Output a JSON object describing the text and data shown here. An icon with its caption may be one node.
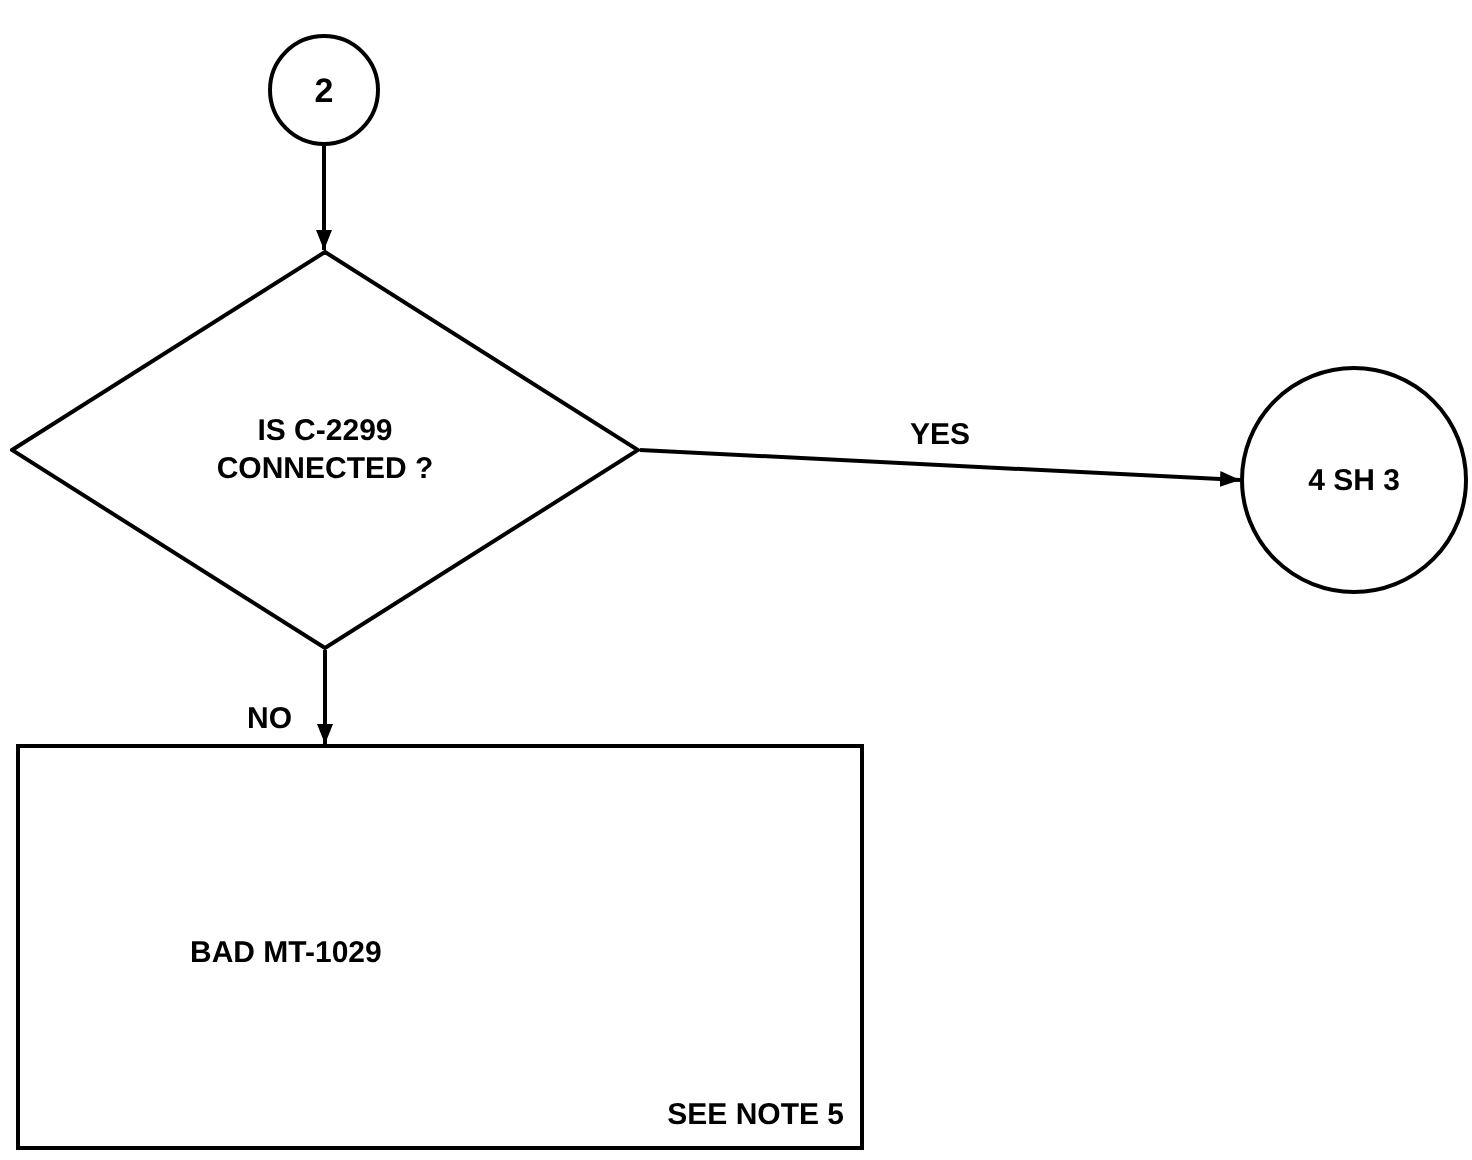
{
  "diagram": {
    "nodes": [
      {
        "text": [
          "2"
        ]
      },
      {
        "text": [
          "IS C-2299 CONNECTED ?"
        ]
      },
      {
        "text": [
          "4 SH 3"
        ]
      },
      {
        "text": [
          "BAD MT-1029",
          "SEE NOTE 5"
        ]
      }
    ],
    "edges": [
      {
        "from": 0,
        "to": 1,
        "arrow": "to"
      },
      {
        "from": 1,
        "to": 2,
        "arrow": "to",
        "label": "YES"
      },
      {
        "from": 1,
        "to": 3,
        "arrow": "to",
        "label": "NO"
      }
    ]
  }
}
